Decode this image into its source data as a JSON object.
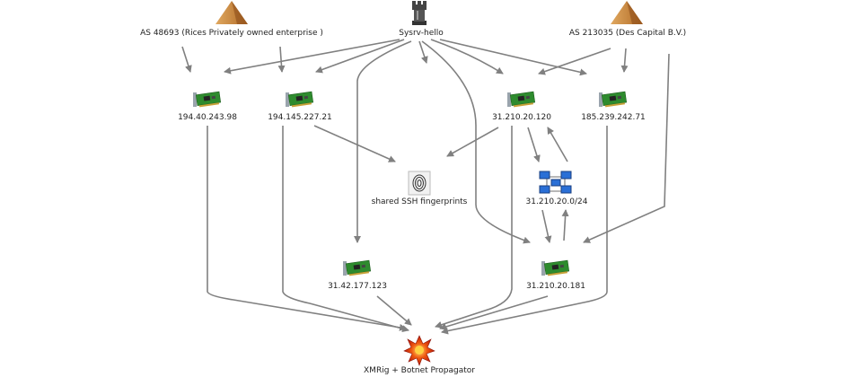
{
  "nodes": {
    "as48693": {
      "label": "AS 48693 (Rices Privately owned enterprise )",
      "icon": "pyramid-icon"
    },
    "sysrv": {
      "label": "Sysrv-hello",
      "icon": "chess-rook-icon"
    },
    "as213035": {
      "label": "AS 213035 (Des Capital B.V.)",
      "icon": "pyramid-icon"
    },
    "ip_194_40": {
      "label": "194.40.243.98",
      "icon": "network-card-icon"
    },
    "ip_194_145": {
      "label": "194.145.227.21",
      "icon": "network-card-icon"
    },
    "ip_31_210_120": {
      "label": "31.210.20.120",
      "icon": "network-card-icon"
    },
    "ip_185_239": {
      "label": "185.239.242.71",
      "icon": "network-card-icon"
    },
    "ssh": {
      "label": "shared SSH fingerprints",
      "icon": "fingerprint-icon"
    },
    "subnet": {
      "label": "31.210.20.0/24",
      "icon": "network-topology-icon"
    },
    "ip_31_42": {
      "label": "31.42.177.123",
      "icon": "network-card-icon"
    },
    "ip_31_210_181": {
      "label": "31.210.20.181",
      "icon": "network-card-icon"
    },
    "xmrig": {
      "label": "XMRig + Botnet Propagator",
      "icon": "malware-burst-icon"
    }
  },
  "colors": {
    "edge": "#808080",
    "card_green": "#2e8b2e",
    "pyramid": "#c8863a"
  }
}
